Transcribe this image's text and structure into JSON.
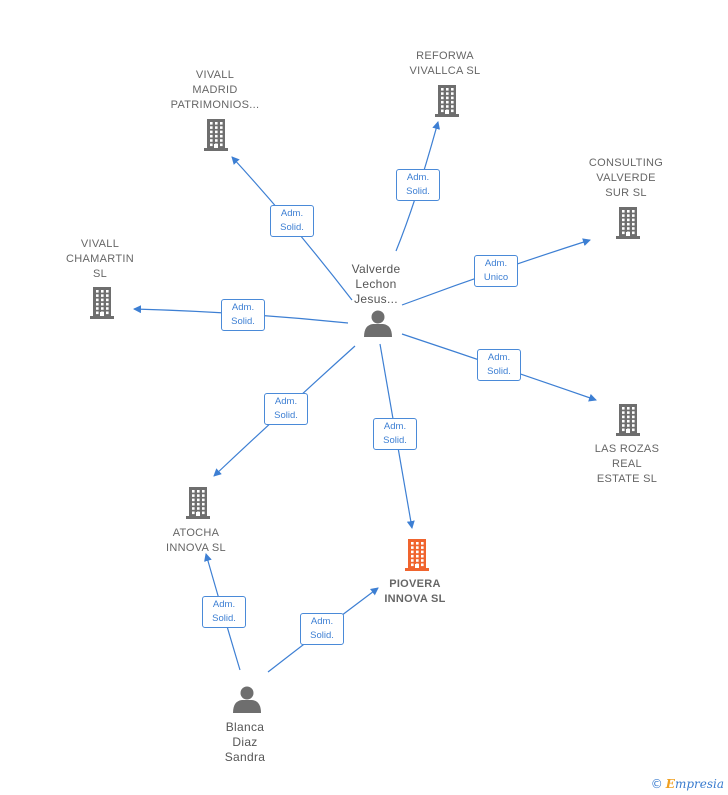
{
  "nodes": {
    "valverde": {
      "type": "person",
      "lines": [
        "Valverde",
        "Lechon",
        "Jesus..."
      ]
    },
    "blanca": {
      "type": "person",
      "lines": [
        "Blanca",
        "Diaz",
        "Sandra"
      ]
    },
    "reforwa": {
      "type": "company",
      "lines": [
        "REFORWA",
        "VIVALLCA  SL"
      ]
    },
    "vivall_madrid": {
      "type": "company",
      "lines": [
        "VIVALL",
        "MADRID",
        "PATRIMONIOS..."
      ]
    },
    "consulting": {
      "type": "company",
      "lines": [
        "CONSULTING",
        "VALVERDE",
        "SUR  SL"
      ]
    },
    "vivall_chamartin": {
      "type": "company",
      "lines": [
        "VIVALL",
        "CHAMARTIN",
        "SL"
      ]
    },
    "las_rozas": {
      "type": "company",
      "lines": [
        "LAS ROZAS",
        "REAL",
        "ESTATE  SL"
      ]
    },
    "atocha": {
      "type": "company",
      "lines": [
        "ATOCHA",
        "INNOVA  SL"
      ]
    },
    "piovera": {
      "type": "focus-company",
      "lines": [
        "PIOVERA",
        "INNOVA  SL"
      ]
    }
  },
  "edges": [
    {
      "from": "valverde",
      "to": "reforwa",
      "label": [
        "Adm.",
        "Solid."
      ]
    },
    {
      "from": "valverde",
      "to": "vivall_madrid",
      "label": [
        "Adm.",
        "Solid."
      ]
    },
    {
      "from": "valverde",
      "to": "consulting",
      "label": [
        "Adm.",
        "Unico"
      ]
    },
    {
      "from": "valverde",
      "to": "vivall_chamartin",
      "label": [
        "Adm.",
        "Solid."
      ]
    },
    {
      "from": "valverde",
      "to": "las_rozas",
      "label": [
        "Adm.",
        "Solid."
      ]
    },
    {
      "from": "valverde",
      "to": "atocha",
      "label": [
        "Adm.",
        "Solid."
      ]
    },
    {
      "from": "valverde",
      "to": "piovera",
      "label": [
        "Adm.",
        "Solid."
      ]
    },
    {
      "from": "blanca",
      "to": "atocha",
      "label": [
        "Adm.",
        "Solid."
      ]
    },
    {
      "from": "blanca",
      "to": "piovera",
      "label": [
        "Adm.",
        "Solid."
      ]
    }
  ],
  "colors": {
    "edge": "#3d7fd3",
    "company_icon": "#6e6e6e",
    "focus_icon": "#f0642e",
    "person_icon": "#6e6e6e"
  },
  "brand": {
    "copyright": "©",
    "name_initial": "E",
    "name_rest": "mpresia"
  }
}
